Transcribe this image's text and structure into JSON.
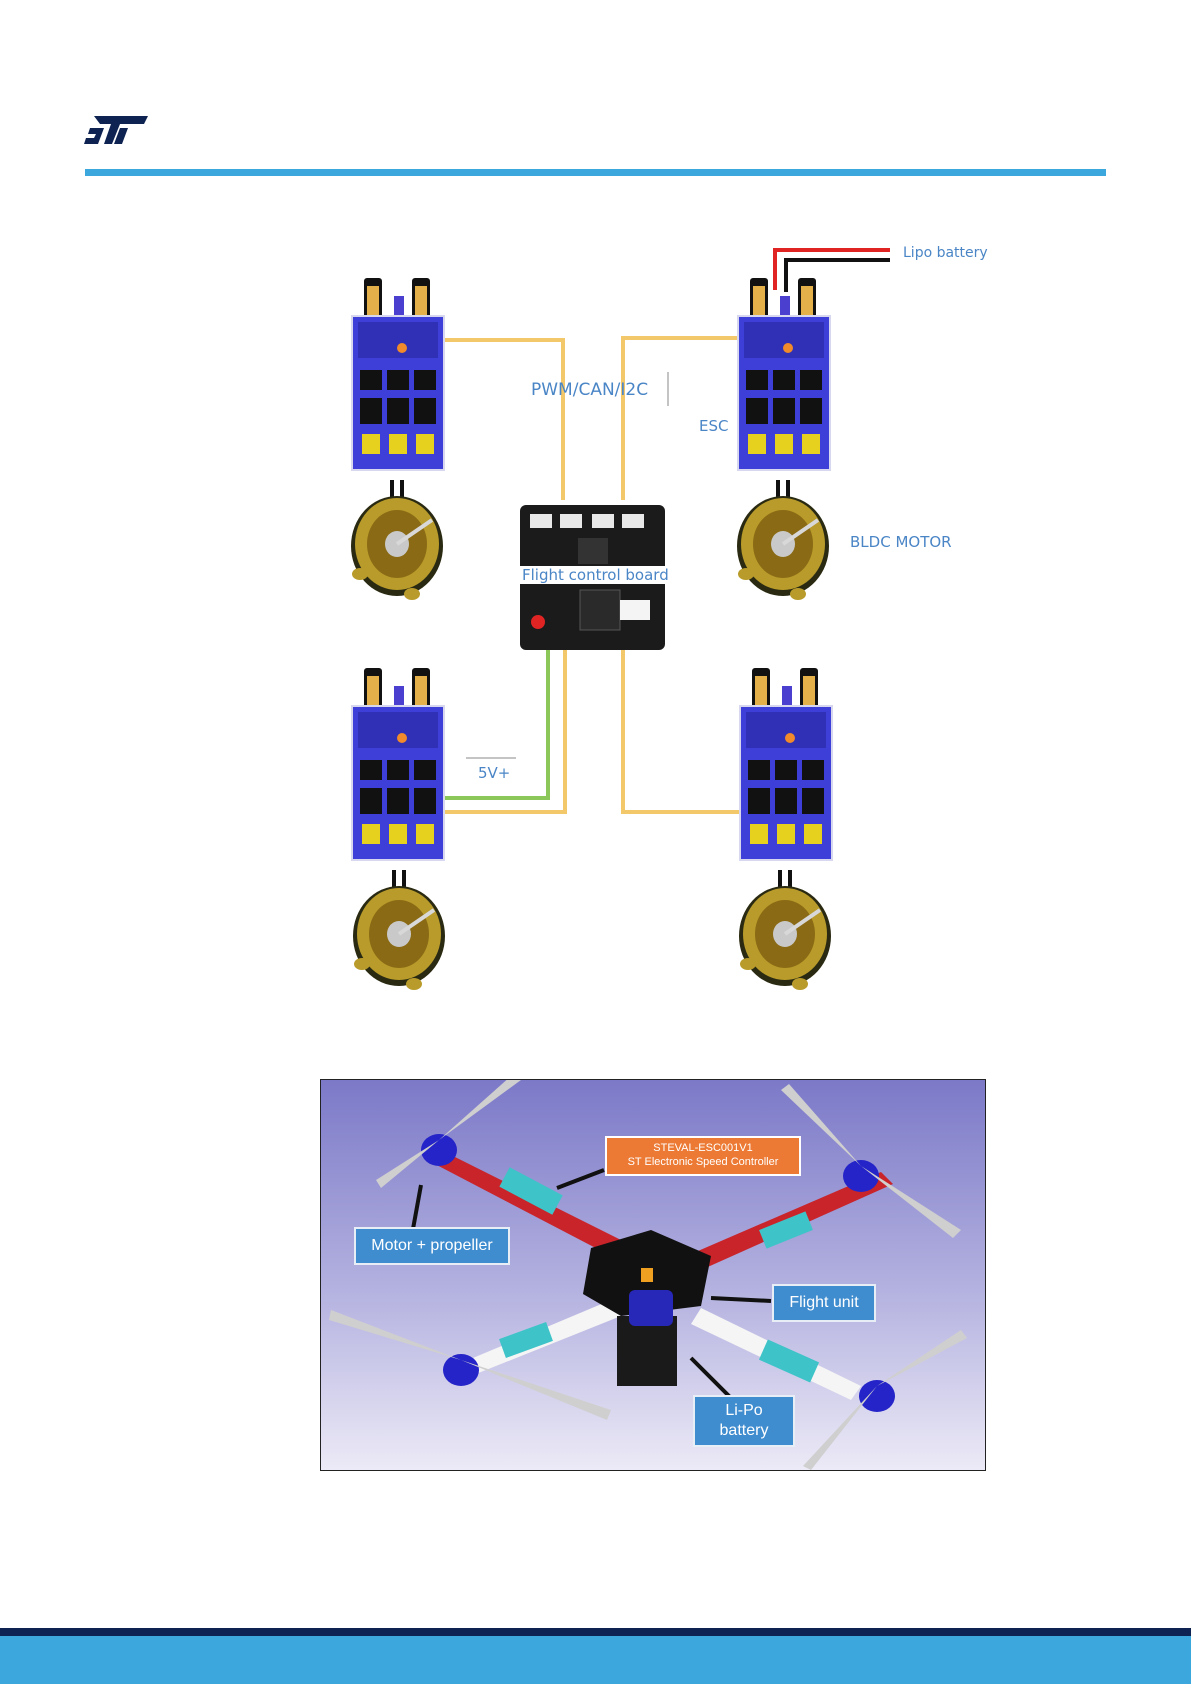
{
  "diagram": {
    "labels": {
      "lipo": "Lipo battery",
      "bus": "PWM/CAN/I2C",
      "esc": "ESC",
      "motor": "BLDC MOTOR",
      "fcb": "Flight control board",
      "power": "5V+"
    },
    "colors": {
      "signal_wire": "#f2c86a",
      "power_wire": "#8cc859",
      "battery_pos": "#e02424",
      "battery_neg": "#111111",
      "label": "#4a85c6"
    }
  },
  "photo": {
    "callouts": {
      "esc_line1": "STEVAL-ESC001V1",
      "esc_line2": "ST Electronic Speed Controller",
      "motor": "Motor + propeller",
      "flight_unit": "Flight unit",
      "battery_line1": "Li-Po",
      "battery_line2": "battery"
    },
    "colors": {
      "callout_blue": "#3f8ccf",
      "callout_orange": "#ec7a34",
      "frame_red": "#c8242a"
    }
  },
  "theme": {
    "accent": "#3ca7dc",
    "footer_dark": "#0e2352"
  }
}
